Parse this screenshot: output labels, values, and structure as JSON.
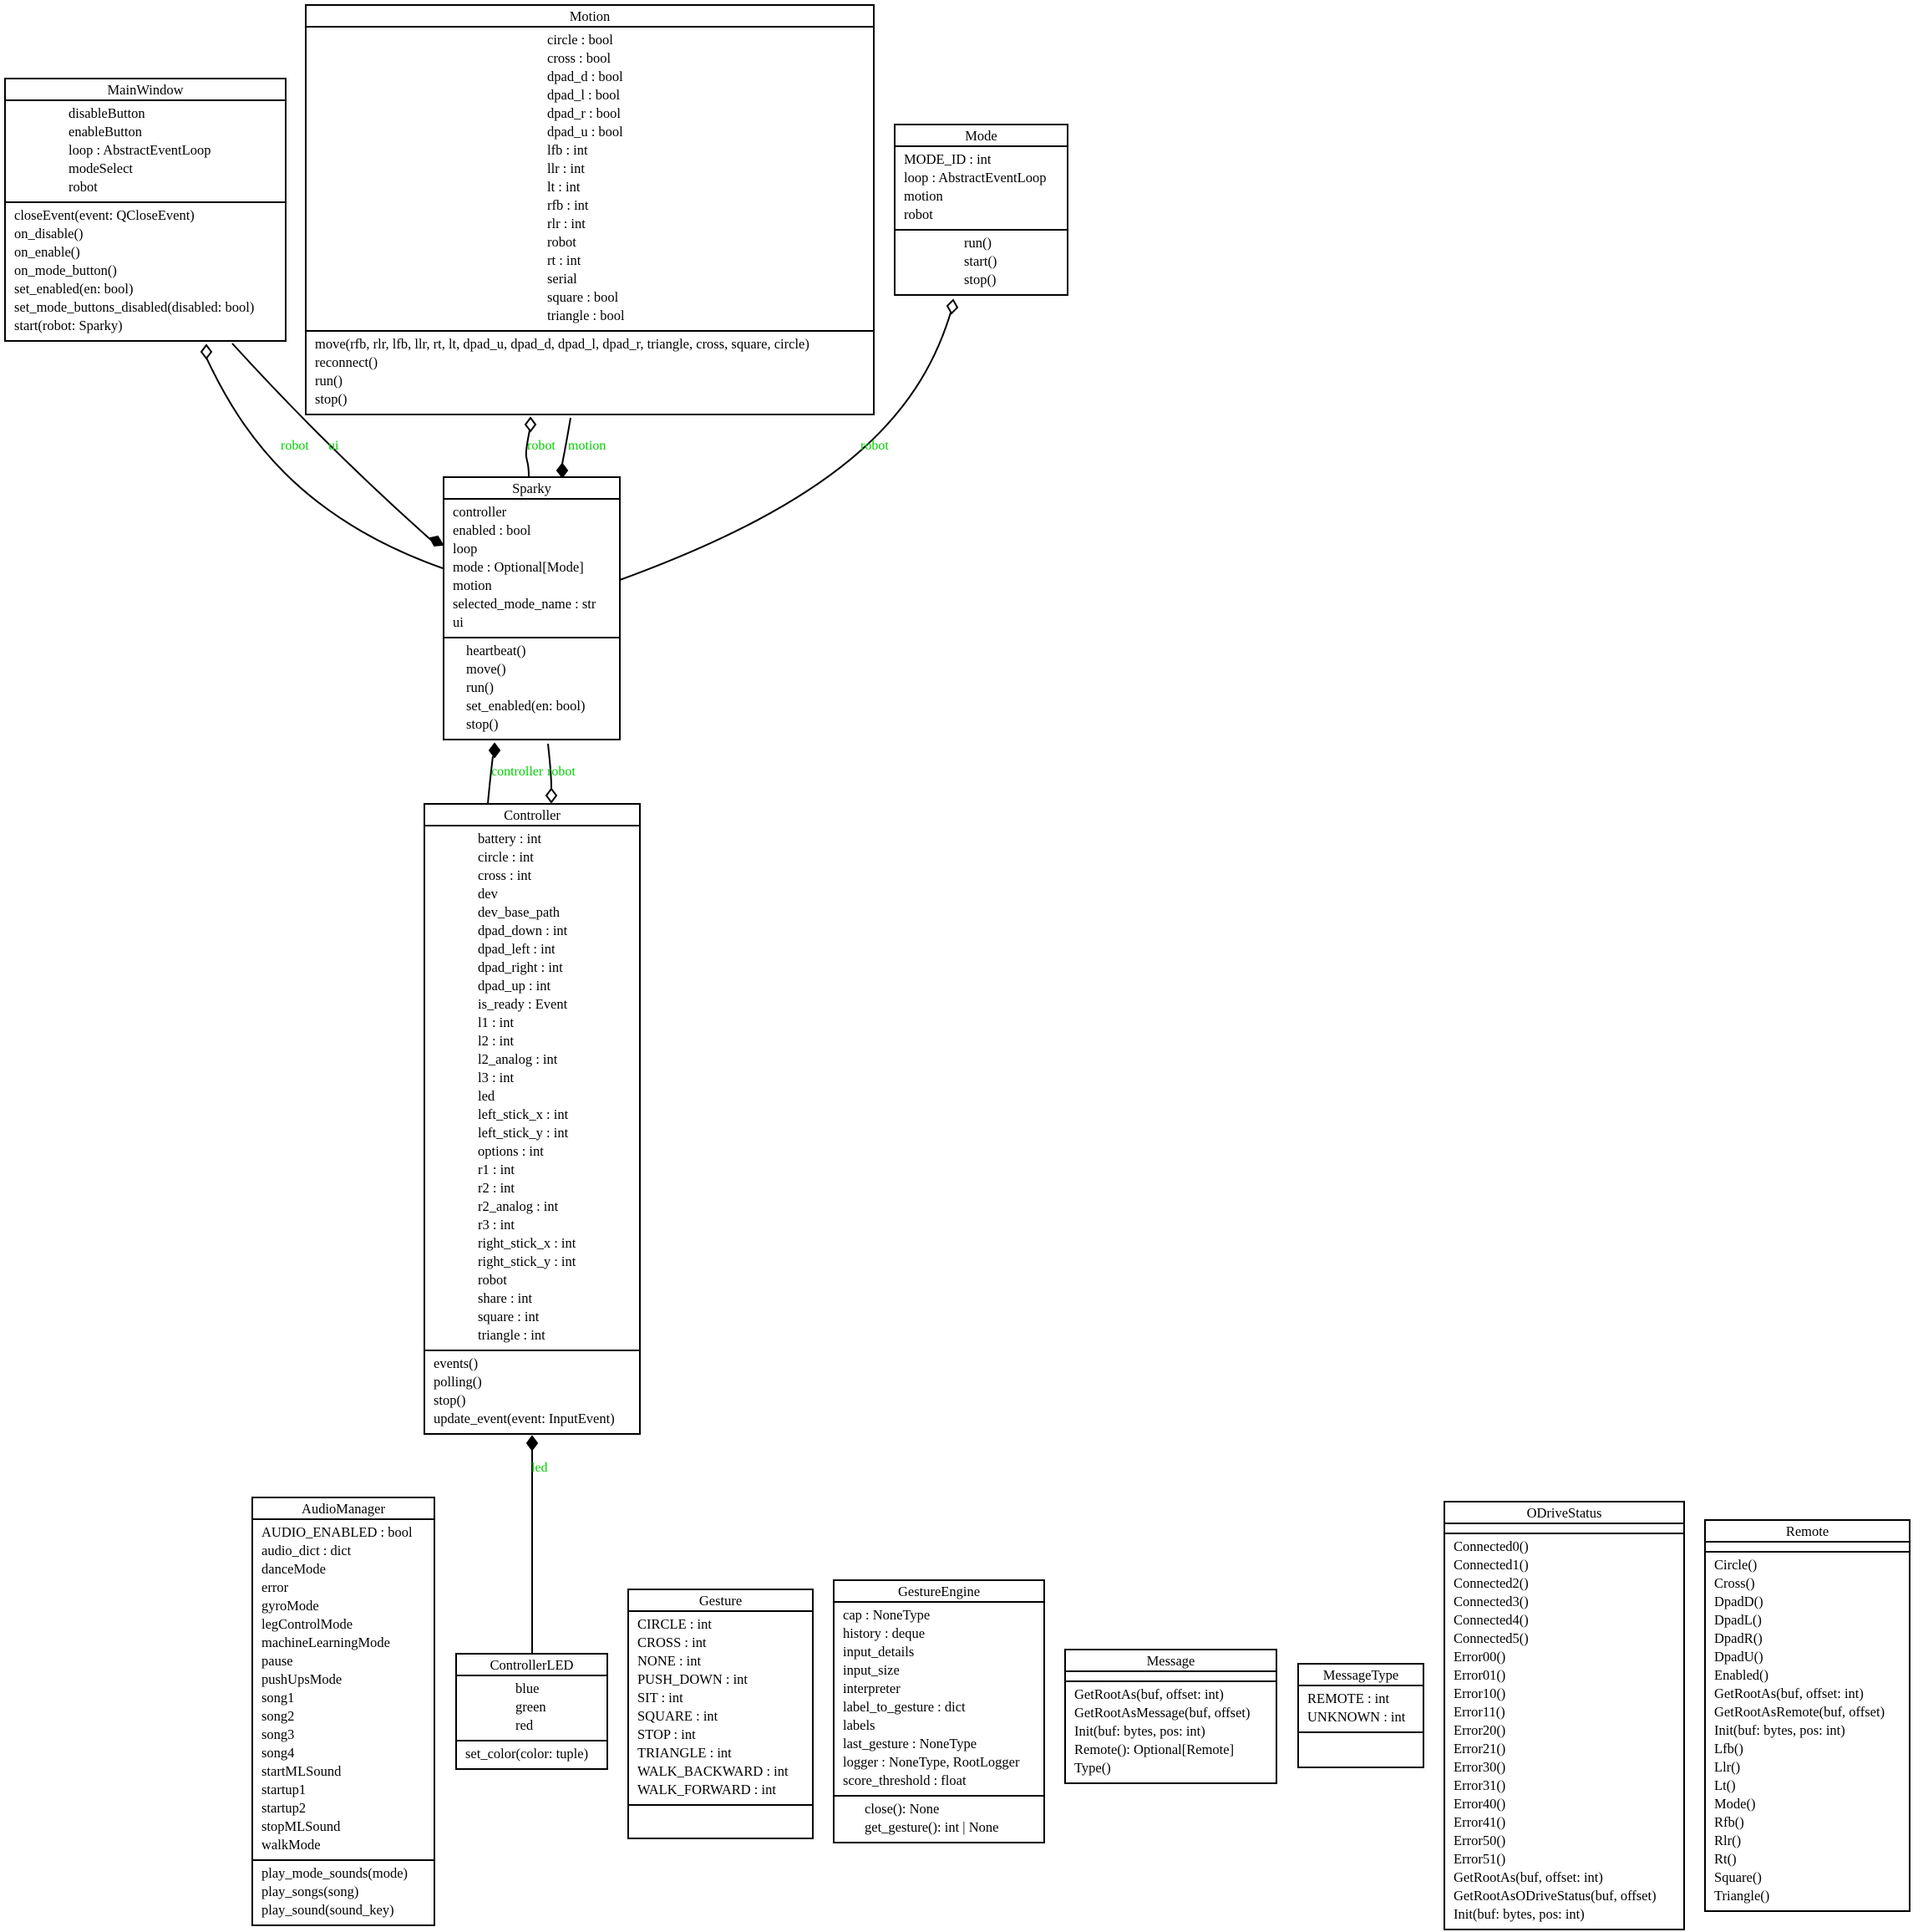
{
  "classes": {
    "motion": {
      "name": "Motion",
      "attributes": [
        "circle : bool",
        "cross : bool",
        "dpad_d : bool",
        "dpad_l : bool",
        "dpad_r : bool",
        "dpad_u : bool",
        "lfb : int",
        "llr : int",
        "lt : int",
        "rfb : int",
        "rlr : int",
        "robot",
        "rt : int",
        "serial",
        "square : bool",
        "triangle : bool"
      ],
      "methods": [
        "move(rfb, rlr, lfb, llr, rt, lt, dpad_u, dpad_d, dpad_l, dpad_r, triangle, cross, square, circle)",
        "reconnect()",
        "run()",
        "stop()"
      ]
    },
    "mainwindow": {
      "name": "MainWindow",
      "attributes": [
        "disableButton",
        "enableButton",
        "loop : AbstractEventLoop",
        "modeSelect",
        "robot"
      ],
      "methods": [
        "closeEvent(event: QCloseEvent)",
        "on_disable()",
        "on_enable()",
        "on_mode_button()",
        "set_enabled(en: bool)",
        "set_mode_buttons_disabled(disabled: bool)",
        "start(robot: Sparky)"
      ]
    },
    "mode": {
      "name": "Mode",
      "attributes": [
        "MODE_ID : int",
        "loop : AbstractEventLoop",
        "motion",
        "robot"
      ],
      "methods": [
        "run()",
        "start()",
        "stop()"
      ]
    },
    "sparky": {
      "name": "Sparky",
      "attributes": [
        "controller",
        "enabled : bool",
        "loop",
        "mode : Optional[Mode]",
        "motion",
        "selected_mode_name : str",
        "ui"
      ],
      "methods": [
        "heartbeat()",
        "move()",
        "run()",
        "set_enabled(en: bool)",
        "stop()"
      ]
    },
    "controller": {
      "name": "Controller",
      "attributes": [
        "battery : int",
        "circle : int",
        "cross : int",
        "dev",
        "dev_base_path",
        "dpad_down : int",
        "dpad_left : int",
        "dpad_right : int",
        "dpad_up : int",
        "is_ready : Event",
        "l1 : int",
        "l2 : int",
        "l2_analog : int",
        "l3 : int",
        "led",
        "left_stick_x : int",
        "left_stick_y : int",
        "options : int",
        "r1 : int",
        "r2 : int",
        "r2_analog : int",
        "r3 : int",
        "right_stick_x : int",
        "right_stick_y : int",
        "robot",
        "share : int",
        "square : int",
        "triangle : int"
      ],
      "methods": [
        "events()",
        "polling()",
        "stop()",
        "update_event(event: InputEvent)"
      ]
    },
    "audiomanager": {
      "name": "AudioManager",
      "attributes": [
        "AUDIO_ENABLED : bool",
        "audio_dict : dict",
        "danceMode",
        "error",
        "gyroMode",
        "legControlMode",
        "machineLearningMode",
        "pause",
        "pushUpsMode",
        "song1",
        "song2",
        "song3",
        "song4",
        "startMLSound",
        "startup1",
        "startup2",
        "stopMLSound",
        "walkMode"
      ],
      "methods": [
        "play_mode_sounds(mode)",
        "play_songs(song)",
        "play_sound(sound_key)"
      ]
    },
    "controllerled": {
      "name": "ControllerLED",
      "attributes": [
        "blue",
        "green",
        "red"
      ],
      "methods": [
        "set_color(color: tuple)"
      ]
    },
    "gesture": {
      "name": "Gesture",
      "attributes": [
        "CIRCLE : int",
        "CROSS : int",
        "NONE : int",
        "PUSH_DOWN : int",
        "SIT : int",
        "SQUARE : int",
        "STOP : int",
        "TRIANGLE : int",
        "WALK_BACKWARD : int",
        "WALK_FORWARD : int"
      ],
      "methods": []
    },
    "gestureengine": {
      "name": "GestureEngine",
      "attributes": [
        "cap : NoneType",
        "history : deque",
        "input_details",
        "input_size",
        "interpreter",
        "label_to_gesture : dict",
        "labels",
        "last_gesture : NoneType",
        "logger : NoneType, RootLogger",
        "score_threshold : float"
      ],
      "methods": [
        "close(): None",
        "get_gesture(): int | None"
      ]
    },
    "message": {
      "name": "Message",
      "attributes": [],
      "methods": [
        "GetRootAs(buf, offset: int)",
        "GetRootAsMessage(buf, offset)",
        "Init(buf: bytes, pos: int)",
        "Remote(): Optional[Remote]",
        "Type()"
      ]
    },
    "messagetype": {
      "name": "MessageType",
      "attributes": [
        "REMOTE : int",
        "UNKNOWN : int"
      ],
      "methods": []
    },
    "odrivestatus": {
      "name": "ODriveStatus",
      "attributes": [],
      "methods": [
        "Connected0()",
        "Connected1()",
        "Connected2()",
        "Connected3()",
        "Connected4()",
        "Connected5()",
        "Error00()",
        "Error01()",
        "Error10()",
        "Error11()",
        "Error20()",
        "Error21()",
        "Error30()",
        "Error31()",
        "Error40()",
        "Error41()",
        "Error50()",
        "Error51()",
        "GetRootAs(buf, offset: int)",
        "GetRootAsODriveStatus(buf, offset)",
        "Init(buf: bytes, pos: int)"
      ]
    },
    "remote": {
      "name": "Remote",
      "attributes": [],
      "methods": [
        "Circle()",
        "Cross()",
        "DpadD()",
        "DpadL()",
        "DpadR()",
        "DpadU()",
        "Enabled()",
        "GetRootAs(buf, offset: int)",
        "GetRootAsRemote(buf, offset)",
        "Init(buf: bytes, pos: int)",
        "Lfb()",
        "Llr()",
        "Lt()",
        "Mode()",
        "Rfb()",
        "Rlr()",
        "Rt()",
        "Square()",
        "Triangle()"
      ]
    }
  },
  "edge_labels": {
    "mw_robot": "robot",
    "mw_ui": "ui",
    "motion_robot": "robot",
    "motion_motion": "motion",
    "mode_robot": "robot",
    "sp_controller": "controller",
    "sp_robot": "robot",
    "ctrl_led": "led"
  },
  "colors": {
    "edge_label": "#00d000",
    "line": "#000000"
  }
}
